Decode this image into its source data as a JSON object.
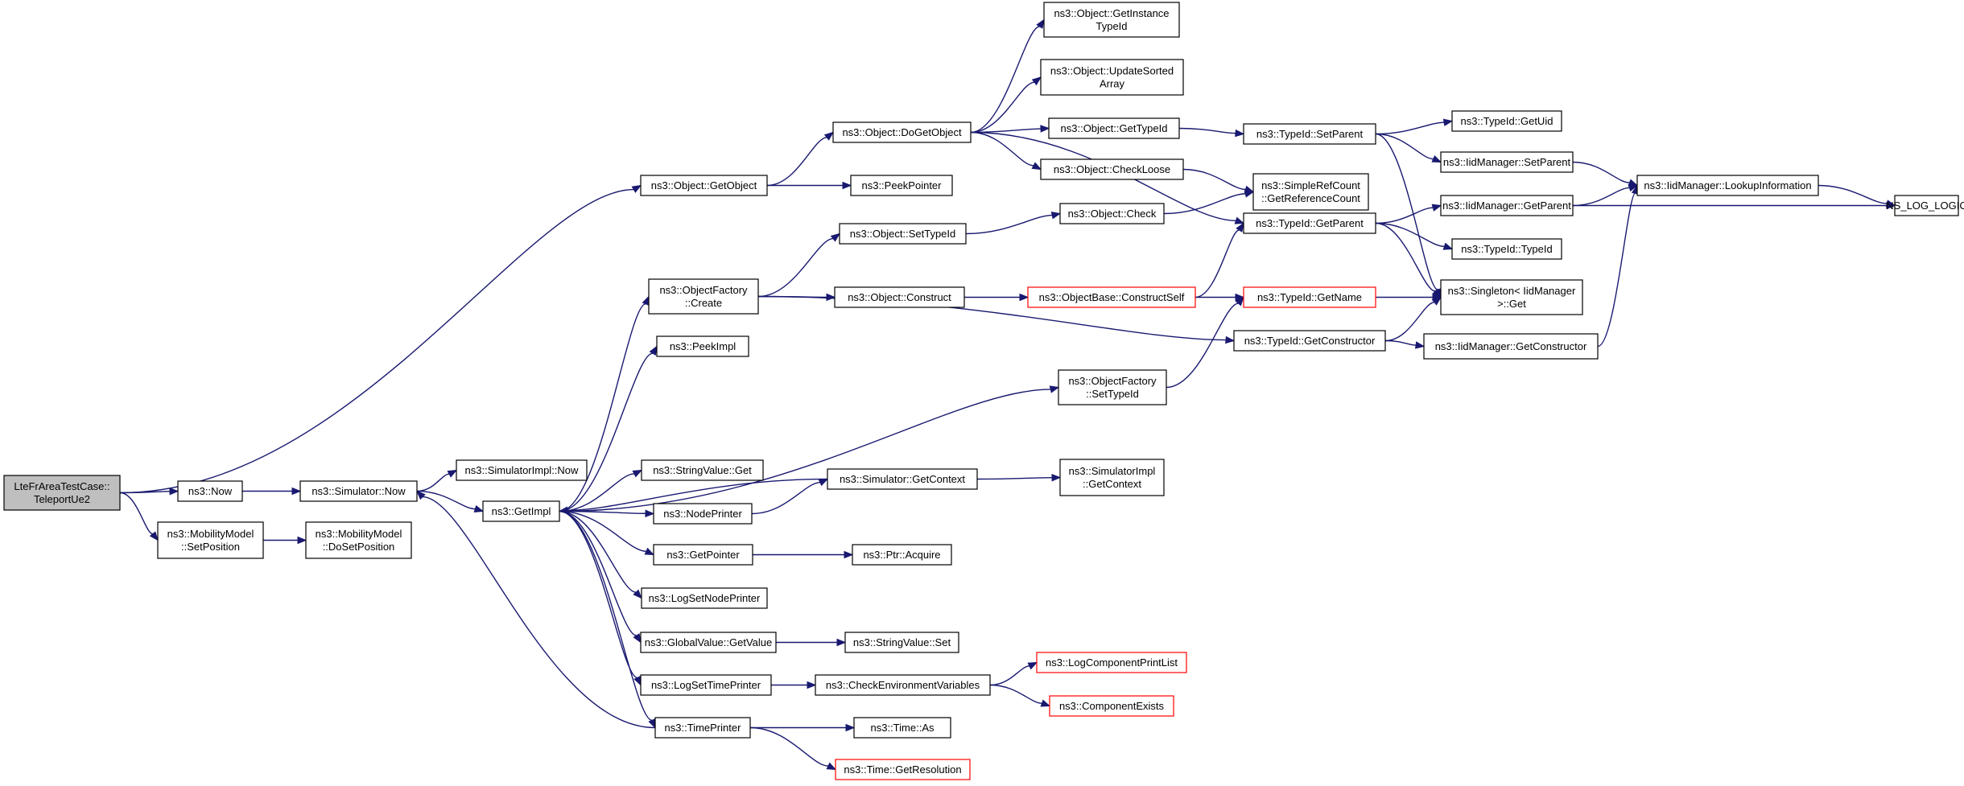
{
  "colors": {
    "edge": "#191970",
    "root_fill": "#bfbfbf",
    "node_border": "#000000",
    "incomplete_border": "#ff0000"
  },
  "nodes": {
    "root": [
      "LteFrAreaTestCase::",
      "TeleportUe2"
    ],
    "now": [
      "ns3::Now"
    ],
    "mobility_setposition": [
      "ns3::MobilityModel",
      "::SetPosition"
    ],
    "mobility_dosetposition": [
      "ns3::MobilityModel",
      "::DoSetPosition"
    ],
    "simulator_now": [
      "ns3::Simulator::Now"
    ],
    "simulatorimpl_now": [
      "ns3::SimulatorImpl::Now"
    ],
    "getimpl": [
      "ns3::GetImpl"
    ],
    "object_getobject": [
      "ns3::Object::GetObject"
    ],
    "object_dogetobject": [
      "ns3::Object::DoGetObject"
    ],
    "object_getinstancetypeid": [
      "ns3::Object::GetInstance",
      "TypeId"
    ],
    "object_updatesortedarray": [
      "ns3::Object::UpdateSorted",
      "Array"
    ],
    "object_gettypeid": [
      "ns3::Object::GetTypeId"
    ],
    "object_checkloose": [
      "ns3::Object::CheckLoose"
    ],
    "peekpointer": [
      "ns3::PeekPointer"
    ],
    "typeid_setparent": [
      "ns3::TypeId::SetParent"
    ],
    "typeid_getuid": [
      "ns3::TypeId::GetUid"
    ],
    "iidmanager_setparent": [
      "ns3::IidManager::SetParent"
    ],
    "iidmanager_lookupinformation": [
      "ns3::IidManager::LookupInformation"
    ],
    "ns_log_logic": [
      "NS_LOG_LOGIC"
    ],
    "iidmanager_getparent": [
      "ns3::IidManager::GetParent"
    ],
    "simplerefcount": [
      "ns3::SimpleRefCount",
      "::GetReferenceCount"
    ],
    "object_settypeid": [
      "ns3::Object::SetTypeId"
    ],
    "object_check": [
      "ns3::Object::Check"
    ],
    "typeid_getparent": [
      "ns3::TypeId::GetParent"
    ],
    "typeid_typeid": [
      "ns3::TypeId::TypeId"
    ],
    "objectfactory_create": [
      "ns3::ObjectFactory",
      "::Create"
    ],
    "object_construct": [
      "ns3::Object::Construct"
    ],
    "objectbase_constructself": [
      "ns3::ObjectBase::ConstructSelf"
    ],
    "typeid_getname": [
      "ns3::TypeId::GetName"
    ],
    "singleton_get": [
      "ns3::Singleton< IidManager",
      " >::Get"
    ],
    "typeid_getconstructor": [
      "ns3::TypeId::GetConstructor"
    ],
    "iidmanager_getconstructor": [
      "ns3::IidManager::GetConstructor"
    ],
    "peekimpl": [
      "ns3::PeekImpl"
    ],
    "objectfactory_settypeid": [
      "ns3::ObjectFactory",
      "::SetTypeId"
    ],
    "stringvalue_get": [
      "ns3::StringValue::Get"
    ],
    "simulator_getcontext": [
      "ns3::Simulator::GetContext"
    ],
    "simulatorimpl_getcontext": [
      "ns3::SimulatorImpl",
      "::GetContext"
    ],
    "nodeprinter": [
      "ns3::NodePrinter"
    ],
    "getpointer": [
      "ns3::GetPointer"
    ],
    "ptr_acquire": [
      "ns3::Ptr::Acquire"
    ],
    "logsetnodeprinter": [
      "ns3::LogSetNodePrinter"
    ],
    "globalvalue_getvalue": [
      "ns3::GlobalValue::GetValue"
    ],
    "stringvalue_set": [
      "ns3::StringValue::Set"
    ],
    "logsettimeprinter": [
      "ns3::LogSetTimePrinter"
    ],
    "checkenvironmentvariables": [
      "ns3::CheckEnvironmentVariables"
    ],
    "logcomponentprintlist": [
      "ns3::LogComponentPrintList"
    ],
    "componentexists": [
      "ns3::ComponentExists"
    ],
    "timeprinter": [
      "ns3::TimePrinter"
    ],
    "time_as": [
      "ns3::Time::As"
    ],
    "time_getresolution": [
      "ns3::Time::GetResolution"
    ]
  }
}
